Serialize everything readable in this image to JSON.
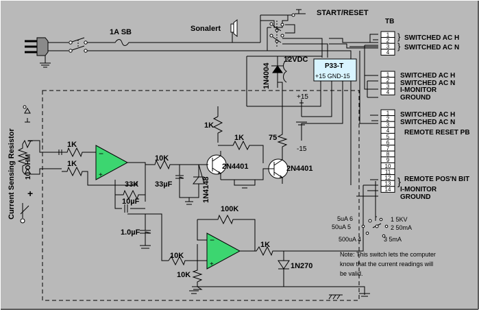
{
  "labels": {
    "start_reset": "START/RESET",
    "tb": "TB",
    "sonalert": "Sonalert",
    "fuse": "1A SB",
    "diode_1n4004": "1N4004",
    "vdc12": "12VDC",
    "psu_name": "P33-T",
    "psu_pins": "+15 GND-15",
    "plus15": "+15",
    "minus15": "-15",
    "r1k_a": "1K",
    "r1k_b": "1K",
    "r1k_c": "1K",
    "r1k_d": "1K",
    "r1k_e": "1K",
    "r75": "75",
    "q1": "2N4401",
    "q2": "2N4401",
    "r10k_a": "10K",
    "r10k_b": "10K",
    "r10k_c": "10K",
    "r33k": "33K",
    "c33": "33µF",
    "d1n4148": "1N4148",
    "c10": "10µF",
    "c1": "1.0µF",
    "r100k": "100K",
    "d1n270": "1N270",
    "sensing_vertical": "Current Sensing Resistor",
    "ohm10": "10 OHM",
    "plus": "+",
    "minus": "−",
    "switched_ac_h_1": "SWITCHED AC H",
    "switched_ac_n_1": "SWITCHED AC N",
    "switched_ac_h_2": "SWITCHED AC H",
    "switched_ac_n_2": "SWITCHED AC N",
    "i_monitor_1": "I-MONITOR",
    "ground_1": "GROUND",
    "switched_ac_h_3": "SWITCHED AC H",
    "switched_ac_n_3": "SWITCHED AC N",
    "remote_reset": "REMOTE RESET PB",
    "remote_pos": "REMOTE POS'N BIT",
    "i_monitor_2": "I-MONITOR",
    "ground_2": "GROUND",
    "range_5ua": "5uA 6",
    "range_50ua": "50uA 5",
    "range_500ua": "500uA 4",
    "range_5kv": "1 5KV",
    "range_50ma": "2 50mA",
    "range_5ma": "3 5mA",
    "note_1": "Note: This switch lets the computer",
    "note_2": "know that the current readings will",
    "note_3": "be valid."
  },
  "terminal_blocks": {
    "tb1": [
      "1",
      "2",
      "3",
      "4"
    ],
    "tb2": [
      "1",
      "2",
      "3",
      "4"
    ],
    "tb3": [
      "1",
      "2",
      "3",
      "4",
      "5",
      "6",
      "7",
      "8",
      "9",
      "10",
      "11",
      "12",
      "13",
      "14"
    ]
  },
  "colors": {
    "background": "#b9b9b9",
    "opamp_fill": "#3cd670",
    "psu_fill": "#d8f4ff",
    "wire": "#000000",
    "dashed_box": "#000000",
    "plug_fill": "#8a8a8a"
  }
}
